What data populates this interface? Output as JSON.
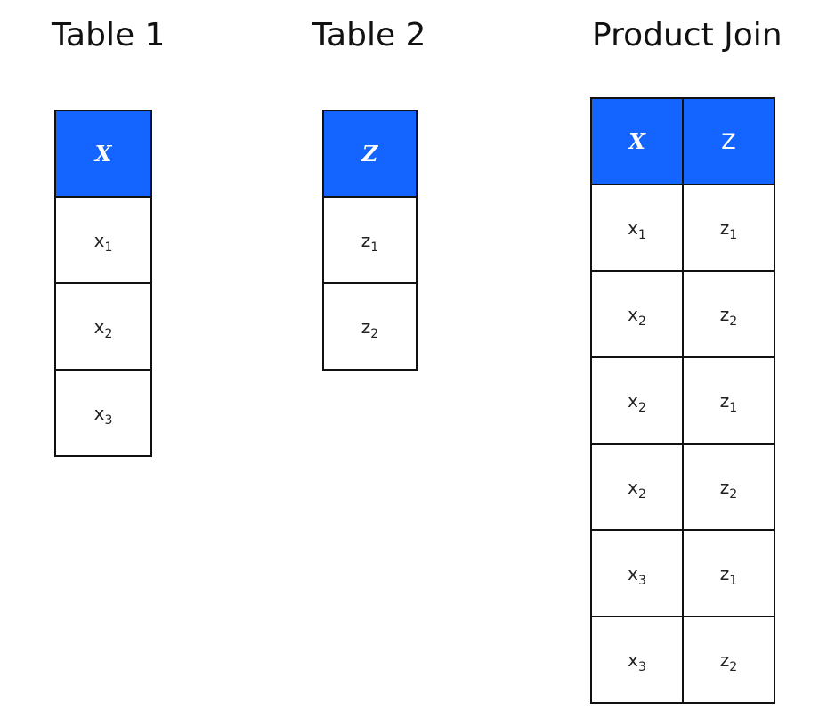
{
  "titles": {
    "table1": "Table 1",
    "table2": "Table 2",
    "product": "Product Join"
  },
  "table1": {
    "header": "X",
    "rows": [
      [
        "x",
        "1"
      ],
      [
        "x",
        "2"
      ],
      [
        "x",
        "3"
      ]
    ]
  },
  "table2": {
    "header": "Z",
    "rows": [
      [
        "z",
        "1"
      ],
      [
        "z",
        "2"
      ]
    ]
  },
  "product": {
    "headers": [
      "X",
      "Z"
    ],
    "rows": [
      [
        [
          "x",
          "1"
        ],
        [
          "z",
          "1"
        ]
      ],
      [
        [
          "x",
          "2"
        ],
        [
          "z",
          "2"
        ]
      ],
      [
        [
          "x",
          "2"
        ],
        [
          "z",
          "1"
        ]
      ],
      [
        [
          "x",
          "2"
        ],
        [
          "z",
          "2"
        ]
      ],
      [
        [
          "x",
          "3"
        ],
        [
          "z",
          "1"
        ]
      ],
      [
        [
          "x",
          "3"
        ],
        [
          "z",
          "2"
        ]
      ]
    ]
  },
  "colors": {
    "header_bg": "#1464ff",
    "header_text": "#ffffff",
    "border": "#111111"
  }
}
